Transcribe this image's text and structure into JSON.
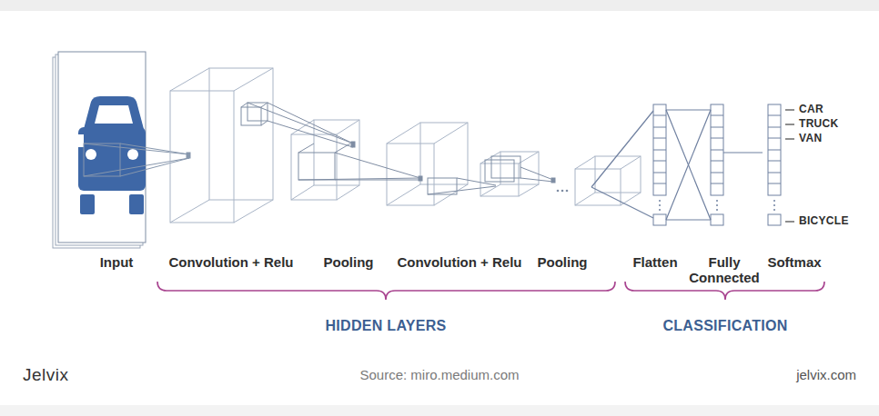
{
  "diagram": {
    "labels": [
      "Input",
      "Convolution + Relu",
      "Pooling",
      "Convolution + Relu",
      "Pooling",
      "Flatten",
      "Fully Connected",
      "Softmax",
      "CAR",
      "TRUCK",
      "VAN",
      "BICYCLE",
      "HIDDEN LAYERS",
      "CLASSIFICATION",
      "Jelvix",
      "Source: miro.medium.com",
      "jelvix.com"
    ]
  }
}
